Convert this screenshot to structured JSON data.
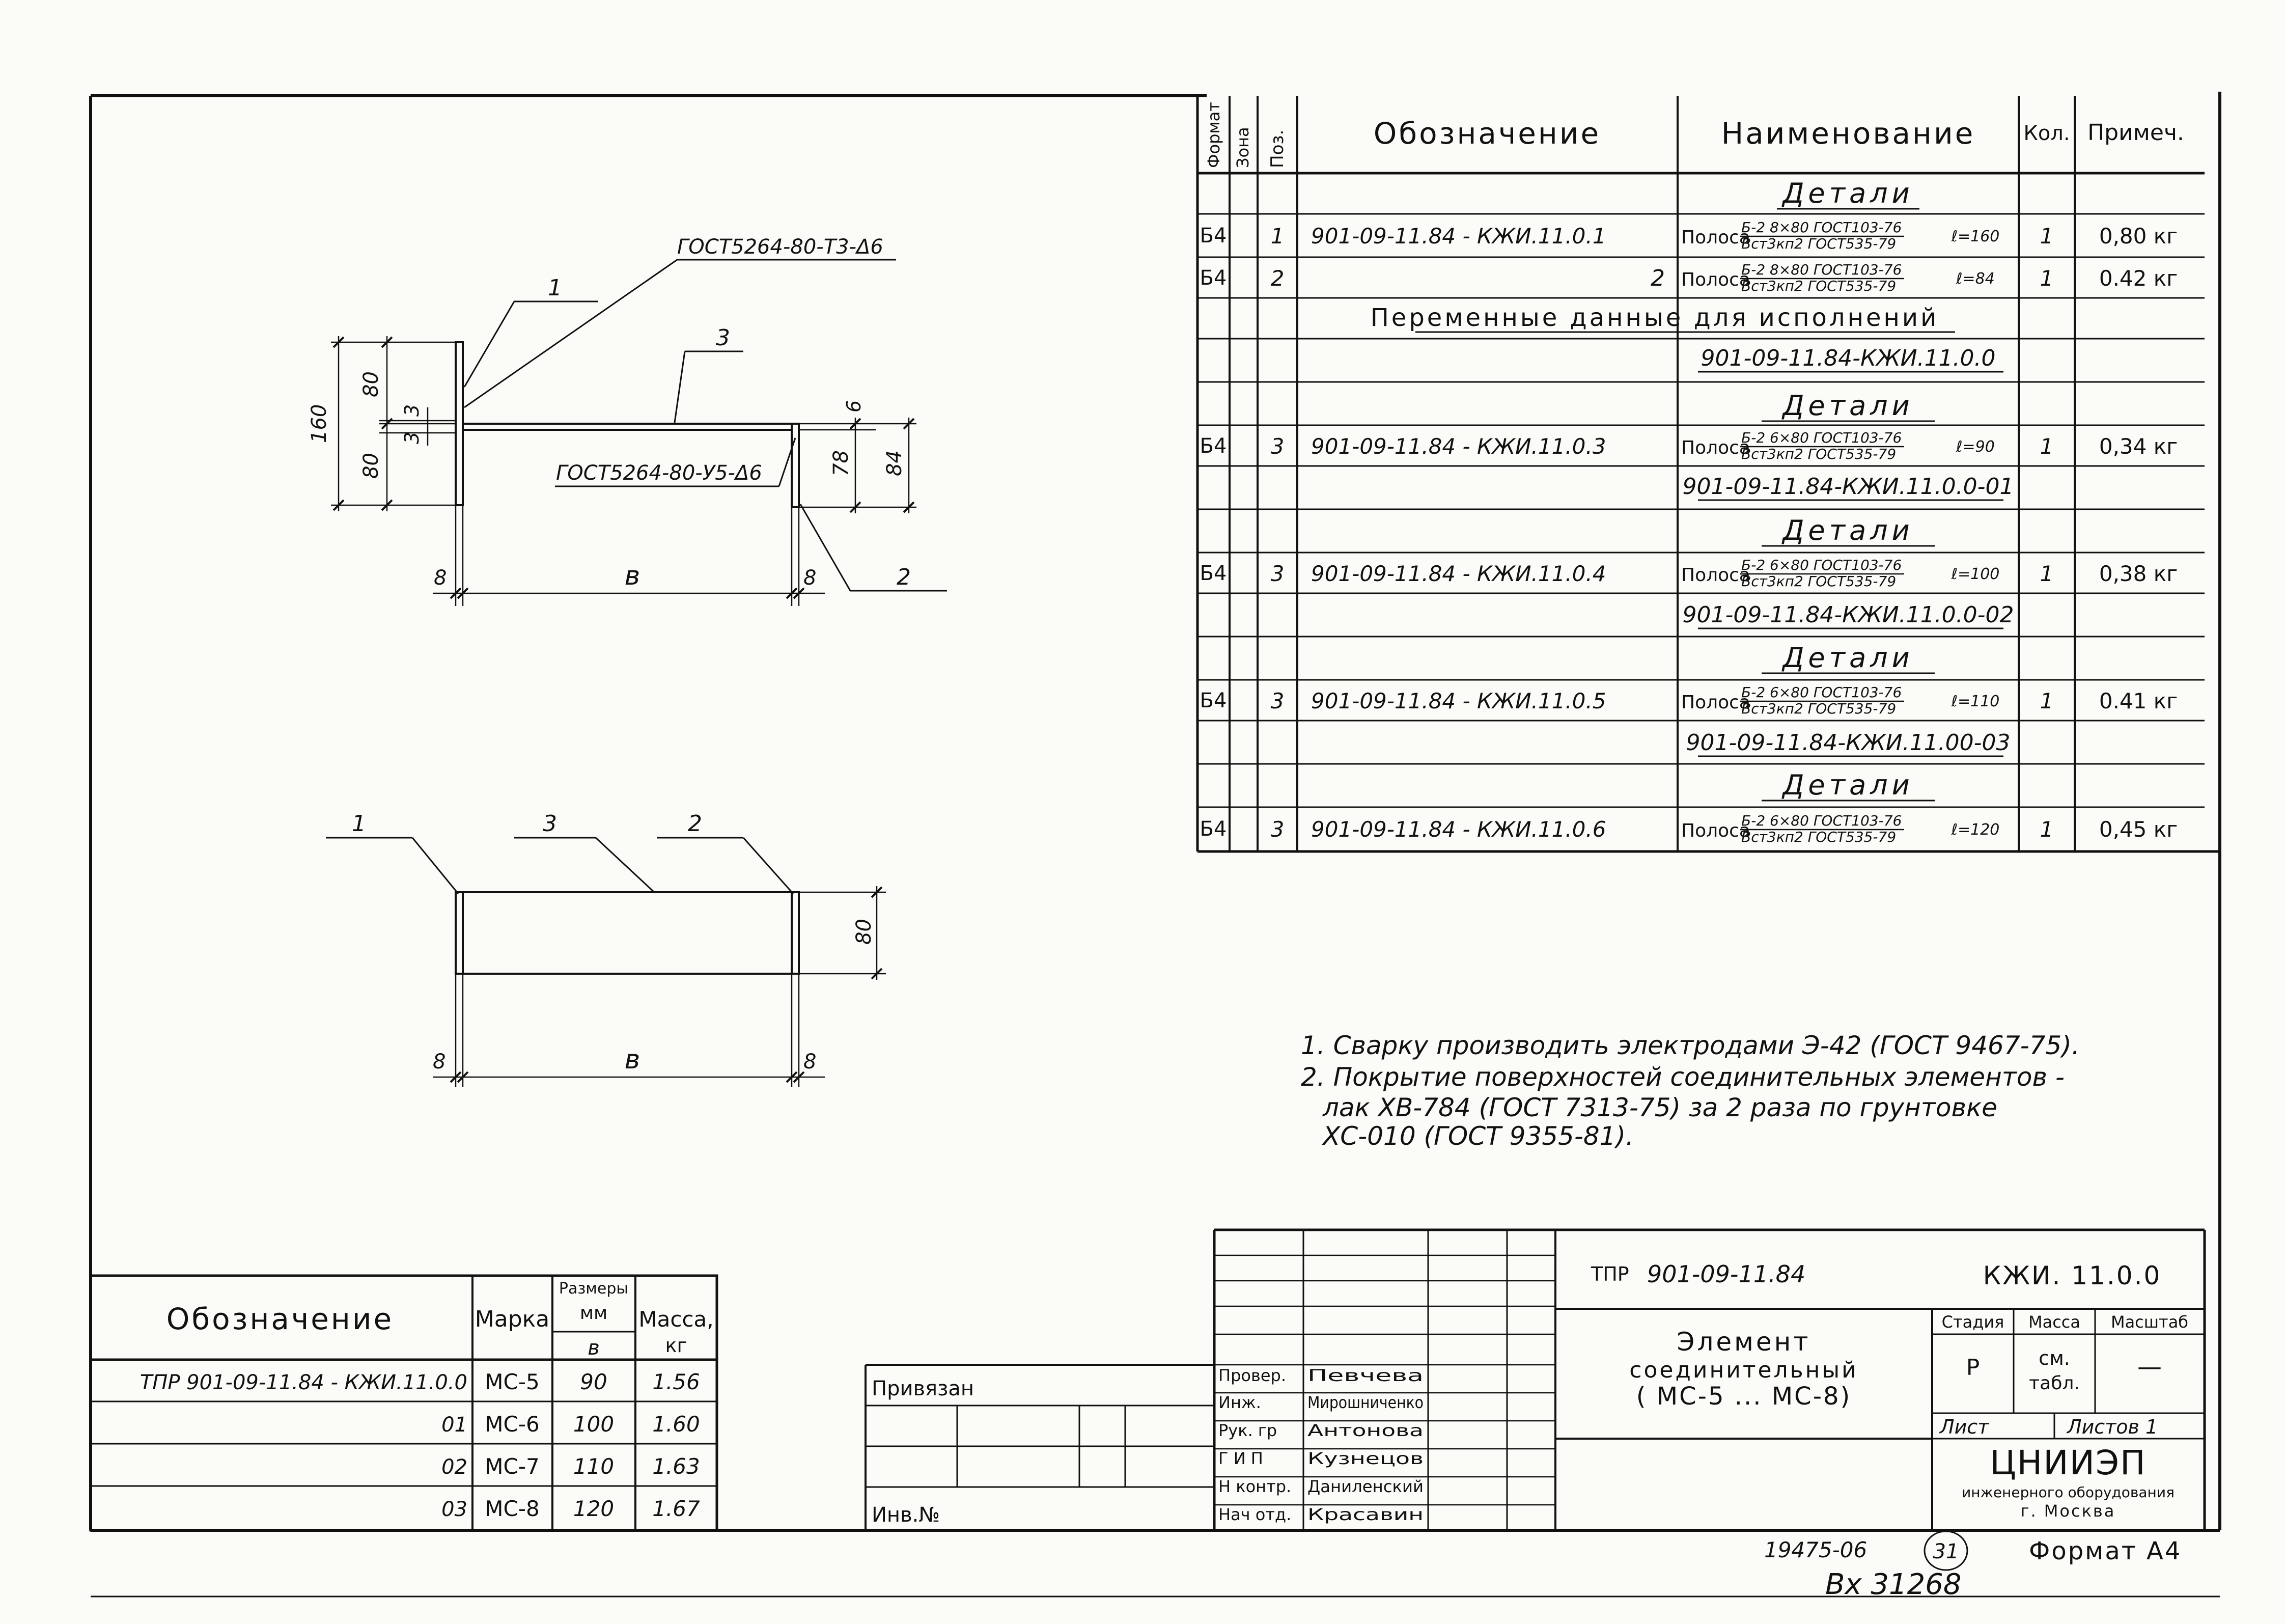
{
  "specification": {
    "headers": {
      "format": "Формат",
      "zone": "Зона",
      "pos": "Поз.",
      "designation": "Обозначение",
      "name": "Наименование",
      "qty": "Кол.",
      "note": "Примеч."
    },
    "section_details_1": "Детали",
    "variable_data": "Переменные данные для исполнений",
    "variants": [
      "901-09-11.84-КЖИ.11.0.0",
      "901-09-11.84-КЖИ.11.0.0-01",
      "901-09-11.84-КЖИ.11.0.0-02",
      "901-09-11.84-КЖИ.11.00-03"
    ],
    "section_details": "Детали",
    "rows": [
      {
        "format": "Б4",
        "pos": "1",
        "designation": "901-09-11.84 - КЖИ.11.0.1",
        "name": "Полоса",
        "frac_top": "Б-2 8×80 ГОСТ103-76",
        "frac_bottom": "Вст3кп2 ГОСТ535-79",
        "length": "ℓ=160",
        "qty": "1",
        "note": "0,80 кг"
      },
      {
        "format": "Б4",
        "pos": "2",
        "designation": "2",
        "name": "Полоса",
        "frac_top": "Б-2 8×80 ГОСТ103-76",
        "frac_bottom": "Вст3кп2 ГОСТ535-79",
        "length": "ℓ=84",
        "qty": "1",
        "note": "0.42 кг"
      },
      {
        "format": "Б4",
        "pos": "3",
        "designation": "901-09-11.84 - КЖИ.11.0.3",
        "name": "Полоса",
        "frac_top": "Б-2 6×80 ГОСТ103-76",
        "frac_bottom": "Вст3кп2 ГОСТ535-79",
        "length": "ℓ=90",
        "qty": "1",
        "note": "0,34 кг"
      },
      {
        "format": "Б4",
        "pos": "3",
        "designation": "901-09-11.84 - КЖИ.11.0.4",
        "name": "Полоса",
        "frac_top": "Б-2 6×80 ГОСТ103-76",
        "frac_bottom": "Вст3кп2 ГОСТ535-79",
        "length": "ℓ=100",
        "qty": "1",
        "note": "0,38 кг"
      },
      {
        "format": "Б4",
        "pos": "3",
        "designation": "901-09-11.84 - КЖИ.11.0.5",
        "name": "Полоса",
        "frac_top": "Б-2 6×80 ГОСТ103-76",
        "frac_bottom": "Вст3кп2 ГОСТ535-79",
        "length": "ℓ=110",
        "qty": "1",
        "note": "0.41 кг"
      },
      {
        "format": "Б4",
        "pos": "3",
        "designation": "901-09-11.84 - КЖИ.11.0.6",
        "name": "Полоса",
        "frac_top": "Б-2 6×80 ГОСТ103-76",
        "frac_bottom": "Вст3кп2 ГОСТ535-79",
        "length": "ℓ=120",
        "qty": "1",
        "note": "0,45 кг"
      }
    ]
  },
  "drawing": {
    "weld_top": "ГОСТ5264-80-Т3-Δ6",
    "weld_bottom": "ГОСТ5264-80-У5-Δ6",
    "pos_labels": [
      "1",
      "2",
      "3"
    ],
    "dims": {
      "d160": "160",
      "d80a": "80",
      "d80b": "80",
      "d3a": "3",
      "d3b": "3",
      "d78": "78",
      "d84": "84",
      "d8": "8",
      "dB": "в",
      "d80plan": "80"
    }
  },
  "notes": [
    "1. Сварку производить электродами Э-42 (ГОСТ 9467-75).",
    "2. Покрытие поверхностей соединительных элементов -",
    "лак ХВ-784 (ГОСТ 7313-75) за 2 раза по грунтовке",
    "ХС-010 (ГОСТ 9355-81)."
  ],
  "variants_table": {
    "headers": {
      "designation": "Обозначение",
      "mark": "Марка",
      "sizes": "Размеры",
      "mm": "мм",
      "b": "в",
      "mass": "Масса,",
      "kg": "кг"
    },
    "rows": [
      {
        "designation": "ТПР 901-09-11.84 - КЖИ.11.0.0",
        "mark": "МС-5",
        "b": "90",
        "mass": "1.56"
      },
      {
        "designation": "01",
        "mark": "МС-6",
        "b": "100",
        "mass": "1.60"
      },
      {
        "designation": "02",
        "mark": "МС-7",
        "b": "110",
        "mass": "1.63"
      },
      {
        "designation": "03",
        "mark": "МС-8",
        "b": "120",
        "mass": "1.67"
      }
    ]
  },
  "left_block": {
    "privyazan": "Привязан",
    "inv": "Инв.№"
  },
  "title_block": {
    "tpr": "ТПР",
    "project_code": "901-09-11.84",
    "doc_code": "КЖИ. 11.0.0",
    "title_line1": "Элемент",
    "title_line2": "соединительный",
    "title_line3": "( МС-5 ... МС-8)",
    "stage_label": "Стадия",
    "mass_label": "Масса",
    "scale_label": "Масштаб",
    "stage_value": "Р",
    "mass_value_1": "см.",
    "mass_value_2": "табл.",
    "scale_value": "—",
    "sheet_label": "Лист",
    "sheets_label": "Листов 1",
    "org_name": "ЦНИИЭП",
    "org_line2": "инженерного оборудования",
    "org_line3": "г. Москва",
    "roles": [
      {
        "role": "Провер.",
        "name": "Певчева"
      },
      {
        "role": "Инж.",
        "name": "Мирошниченко"
      },
      {
        "role": "Рук. гр",
        "name": "Антонова"
      },
      {
        "role": "Г И П",
        "name": "Кузнецов"
      },
      {
        "role": "Н контр.",
        "name": "Даниленский"
      },
      {
        "role": "Нач отд.",
        "name": "Красавин"
      }
    ]
  },
  "footer": {
    "number": "19475-06",
    "sheet_no": "31",
    "format": "Формат А4",
    "inv_hand": "Вх 31268"
  }
}
